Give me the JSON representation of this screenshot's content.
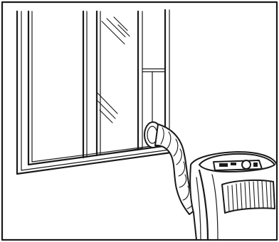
{
  "illustration": {
    "subject": "portable-air-conditioner-window-vent-installation",
    "parts": [
      "window-frame",
      "window-sash",
      "vent-slider-panel",
      "exhaust-hose",
      "portable-ac-unit"
    ]
  },
  "colors": {
    "line": "#1a1a1a",
    "background": "#ffffff"
  }
}
